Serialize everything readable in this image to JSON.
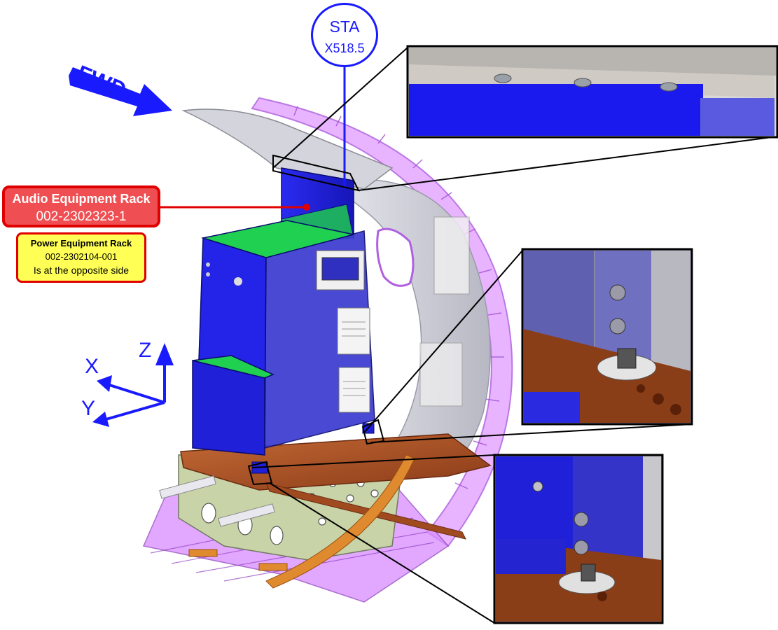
{
  "station": {
    "line1": "STA",
    "line2": "X518.5"
  },
  "direction": {
    "label": "FWD"
  },
  "audio_rack": {
    "title": "Audio Equipment Rack",
    "part_number": "002-2302323-1"
  },
  "power_rack": {
    "title": "Power Equipment Rack",
    "part_number": "002-2302104-001",
    "note": "Is at the opposite side"
  },
  "axes": {
    "x": "X",
    "y": "Y",
    "z": "Z"
  },
  "colors": {
    "callout_blue": "#1a1aff",
    "rack_blue": "#1f1fd6",
    "alert_red": "#e00000",
    "note_yellow": "#ffff55",
    "skin_pink": "#d98cff",
    "floor_brown": "#b85a2a"
  }
}
